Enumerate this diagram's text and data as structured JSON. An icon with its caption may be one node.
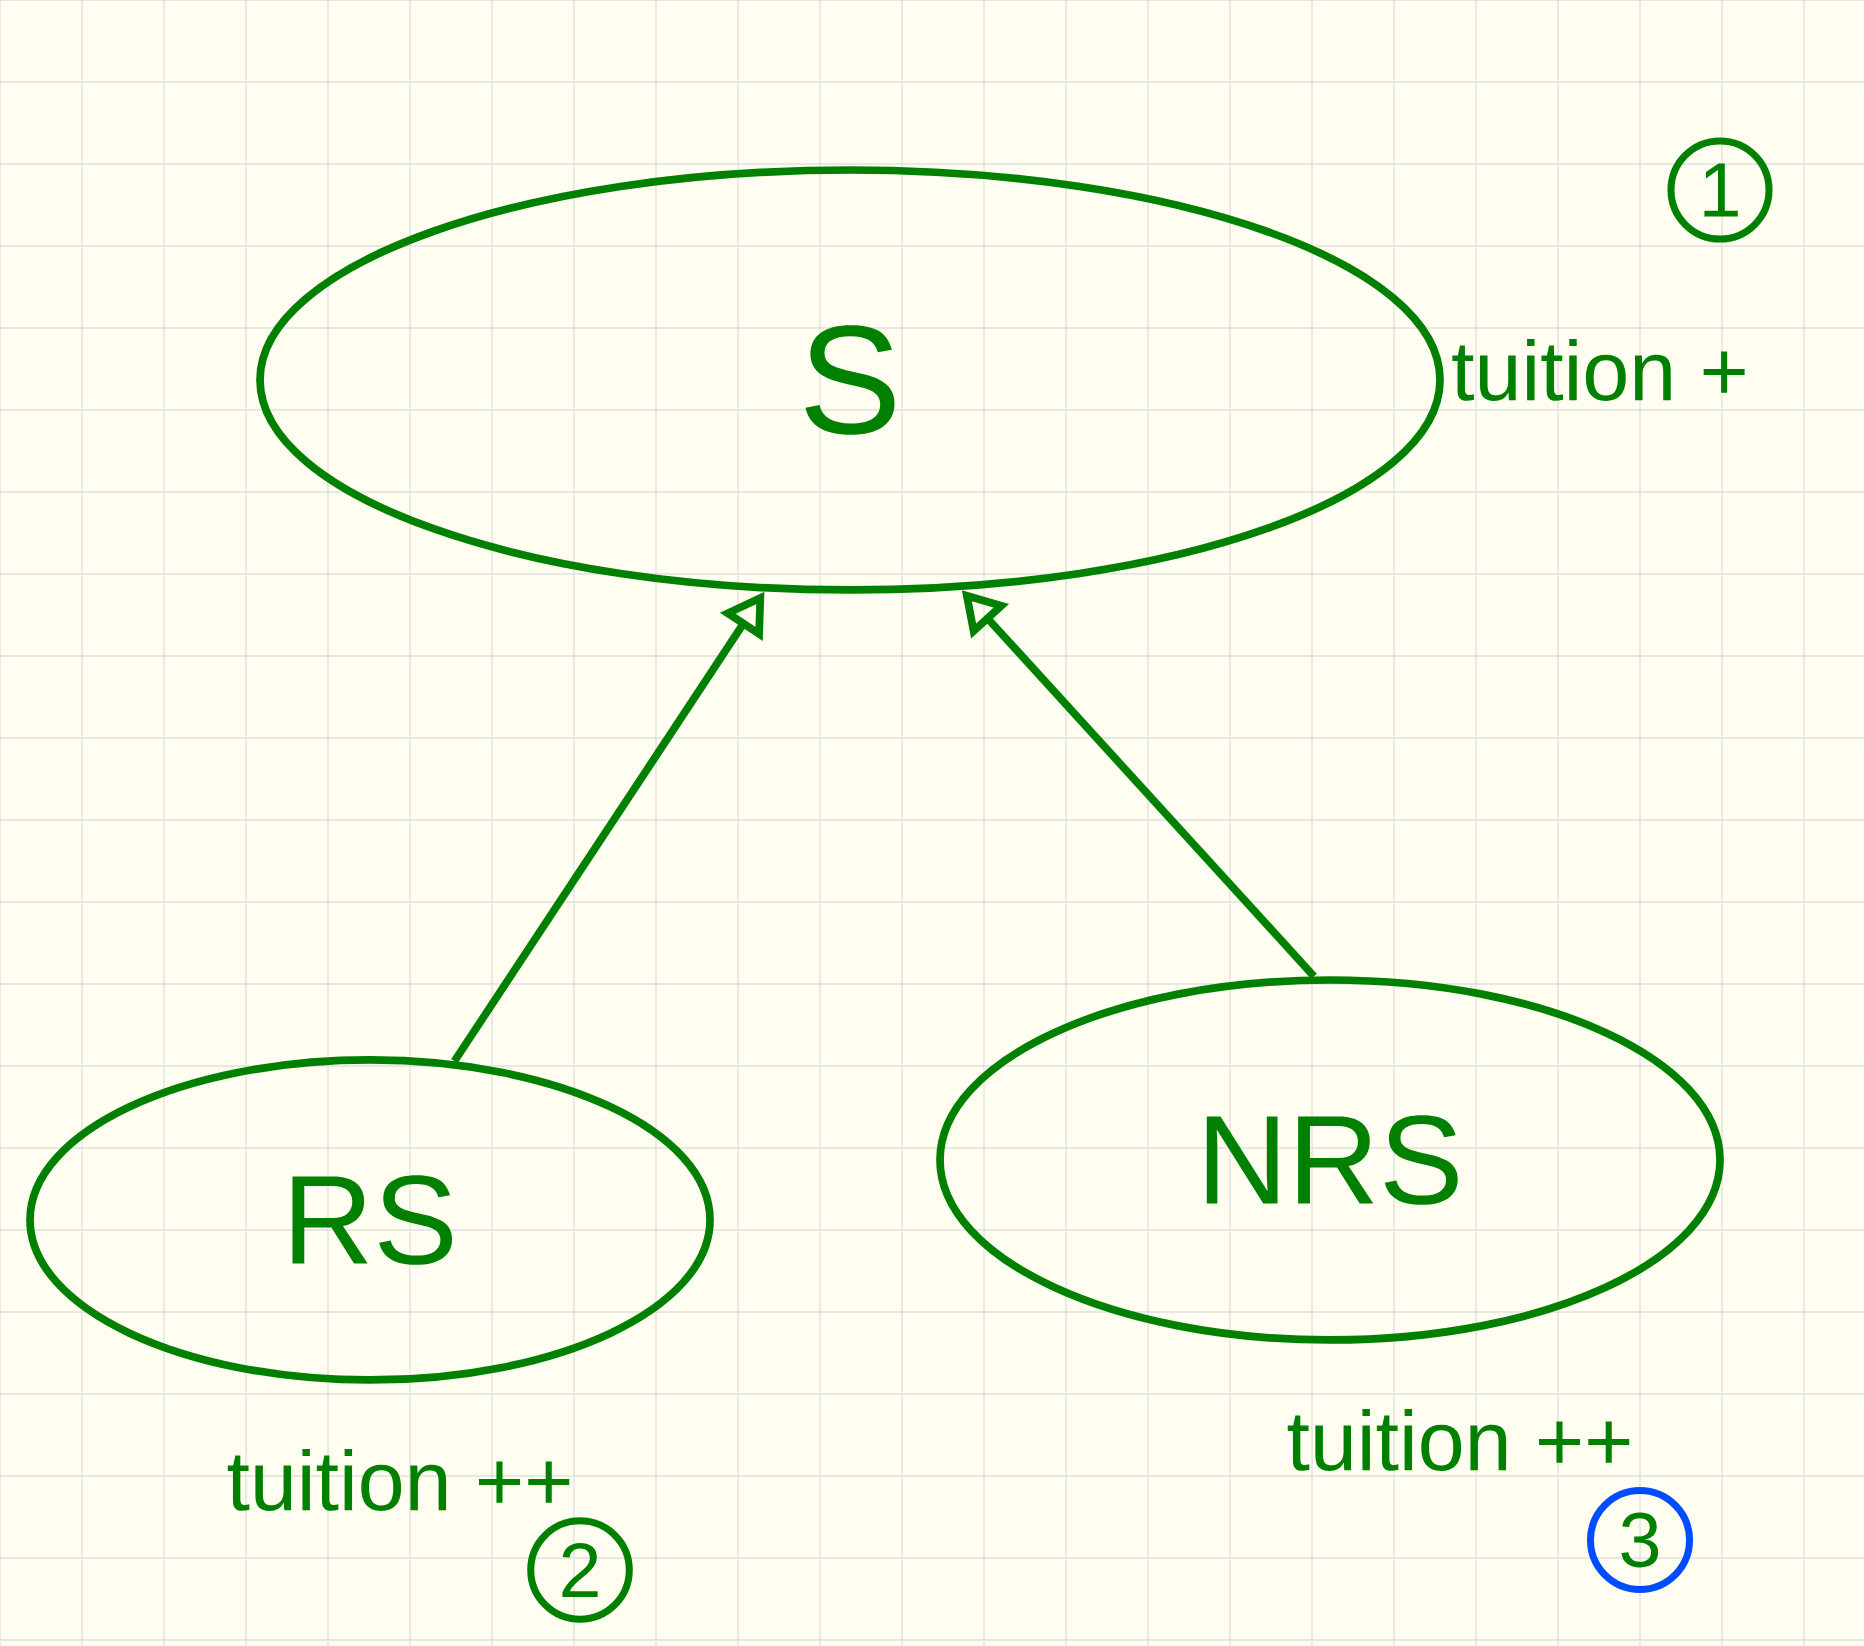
{
  "diagram": {
    "nodes": [
      {
        "text": [
          "S"
        ],
        "beside": [
          "1",
          "tuition +"
        ]
      },
      {
        "text": [
          "RS"
        ],
        "beside": [
          "tuition ++",
          "2"
        ]
      },
      {
        "text": [
          "NRS"
        ],
        "beside": [
          "tuition ++",
          "3"
        ]
      }
    ],
    "edges": [
      {
        "from": 1,
        "to": 0,
        "arrow": "to"
      },
      {
        "from": 2,
        "to": 0,
        "arrow": "to"
      }
    ]
  }
}
